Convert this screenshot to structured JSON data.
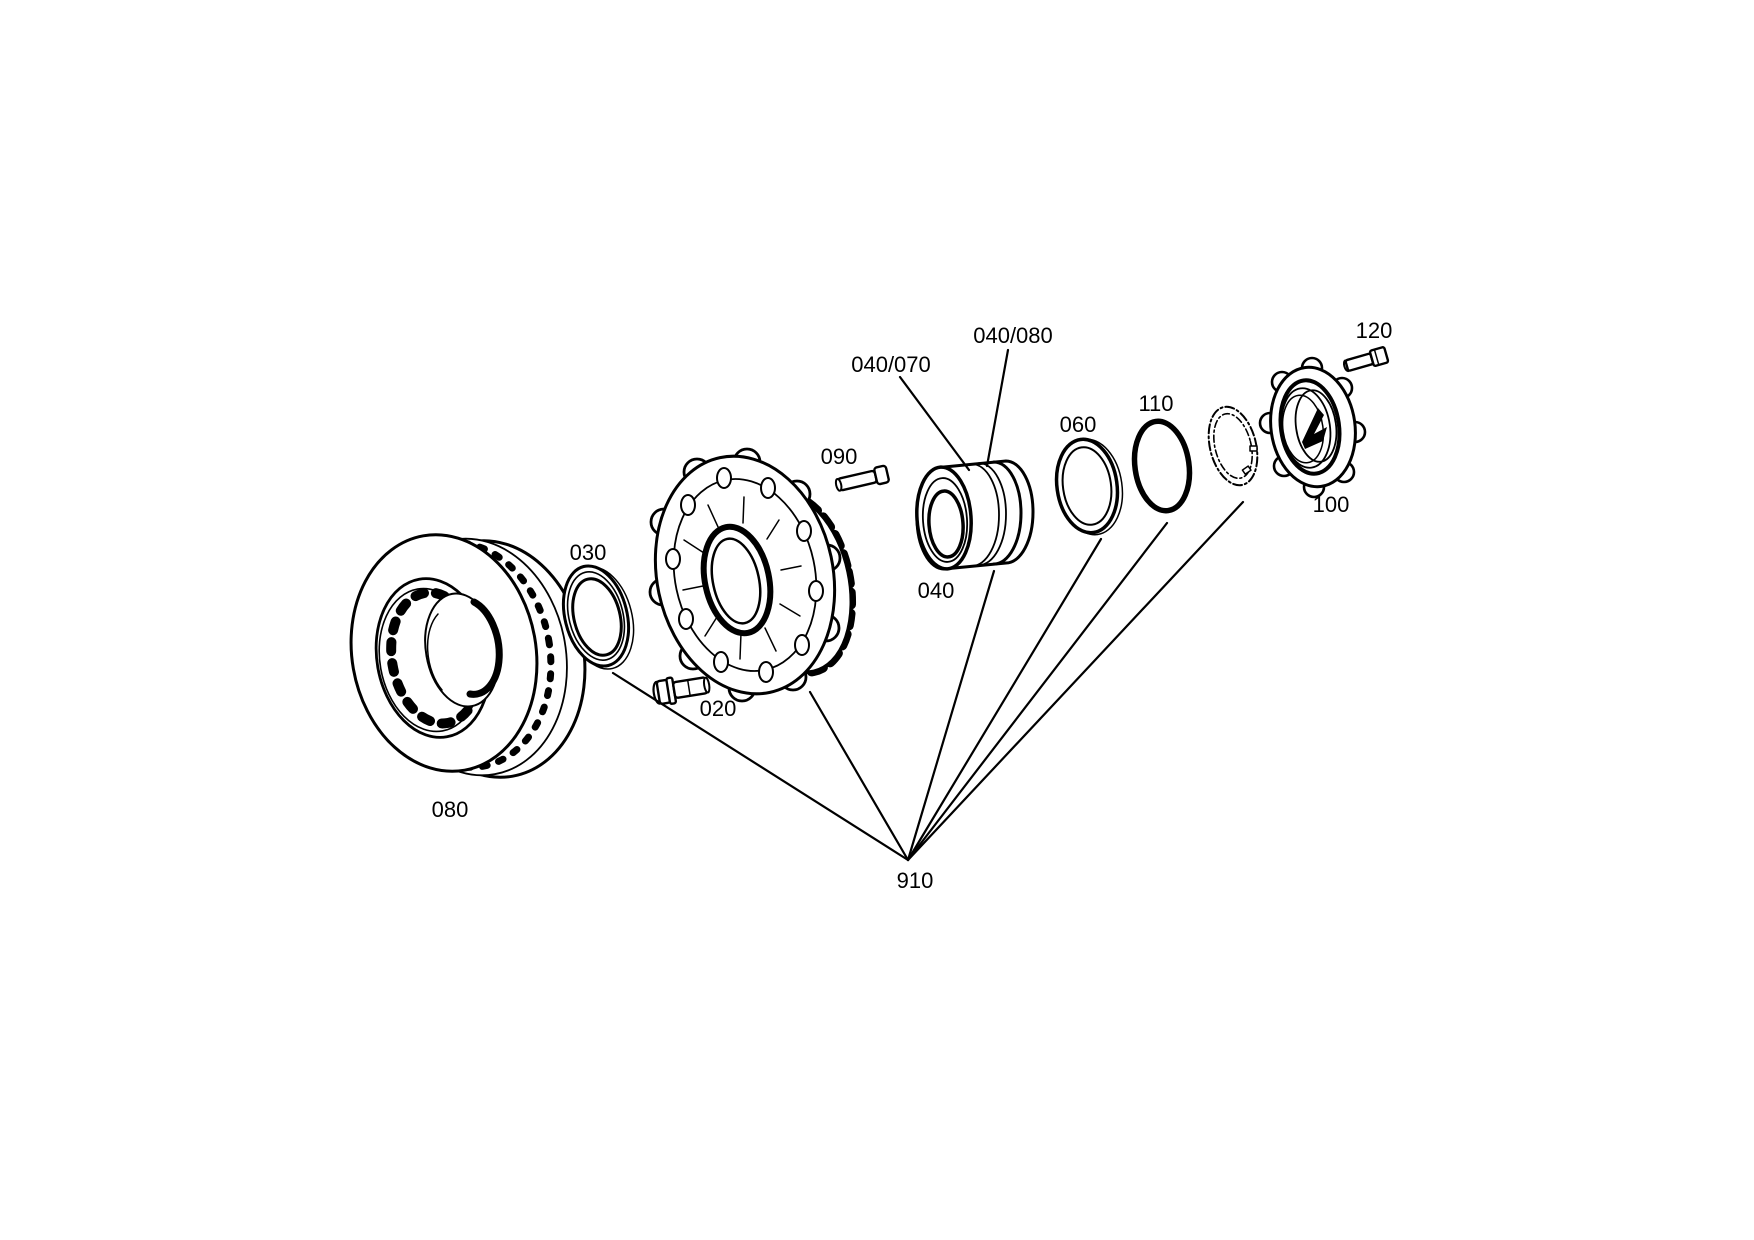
{
  "page": {
    "background_color": "#ffffff"
  },
  "diagram": {
    "type": "exploded-parts-drawing",
    "line_color": "#000000",
    "text_color": "#000000",
    "callouts": {
      "brake_disc": "080",
      "seal_ring": "030",
      "wheel_stud": "020",
      "dowel_pin": "090",
      "bearing_unit": "040",
      "bearing_sub_a": "040/070",
      "bearing_sub_b": "040/080",
      "spacer_ring": "060",
      "o_ring": "110",
      "hub_cap": "100",
      "cap_bolt": "120",
      "kit_marker": "910"
    }
  }
}
